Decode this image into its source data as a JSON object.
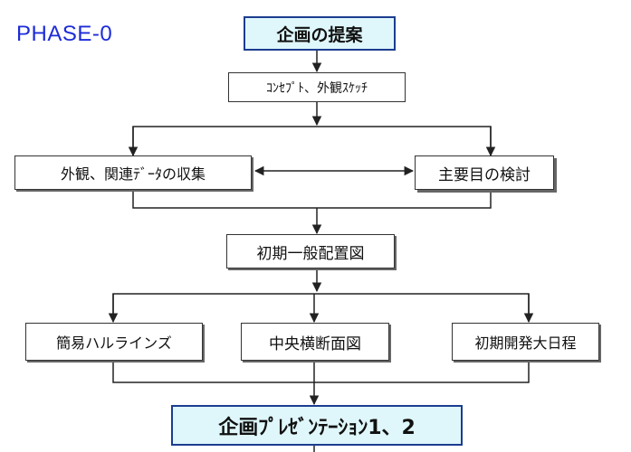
{
  "phase_label": "PHASE-0",
  "nodes": {
    "proposal": "企画の提案",
    "concept": "ｺﾝｾﾌﾟﾄ、外観ｽｹｯﾁ",
    "data_collection": "外観、関連ﾃﾞｰﾀの収集",
    "main_items": "主要目の検討",
    "initial_layout": "初期一般配置図",
    "hull_lines": "簡易ハルラインズ",
    "midship_section": "中央横断面図",
    "schedule": "初期開発大日程",
    "presentation": "企画ﾌﾟﾚｾﾞﾝﾃｰｼｮﾝ1、2"
  },
  "colors": {
    "phase_text": "#1d2bd8",
    "highlight_fill": "#dff7fb",
    "highlight_border": "#1c3d8f",
    "line": "#222222"
  }
}
